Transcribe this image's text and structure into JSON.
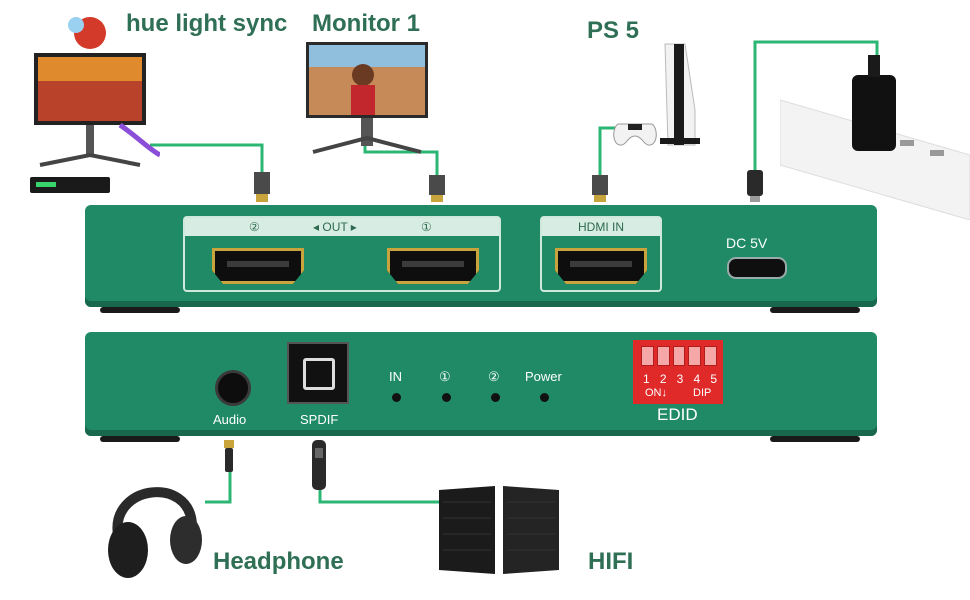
{
  "headings": {
    "hue": "hue light sync",
    "monitor": "Monitor 1",
    "ps5": "PS 5",
    "headphone": "Headphone",
    "hifi": "HIFI"
  },
  "top_panel": {
    "out_port_2": "②",
    "out_label": "◂ OUT ▸",
    "out_port_1": "①",
    "hdmi_in": "HDMI IN",
    "dc": "DC 5V"
  },
  "bottom_panel": {
    "audio": "Audio",
    "spdif": "SPDIF",
    "led_in": "IN",
    "led_1": "①",
    "led_2": "②",
    "led_power": "Power",
    "dip_numbers": [
      "1",
      "2",
      "3",
      "4",
      "5"
    ],
    "dip_on": "ON↓",
    "dip_text": "DIP",
    "edid": "EDID"
  },
  "colors": {
    "panel": "#1f8a65",
    "panel_dark": "#17684d",
    "cable": "#2bb673",
    "heading": "#2f6f55",
    "dip": "#e02a2a"
  },
  "icons": [
    "tv-icon",
    "monitor-icon",
    "ps5-icon",
    "controller-icon",
    "charger-icon",
    "power-strip-icon",
    "headphone-icon",
    "speaker-icon"
  ]
}
